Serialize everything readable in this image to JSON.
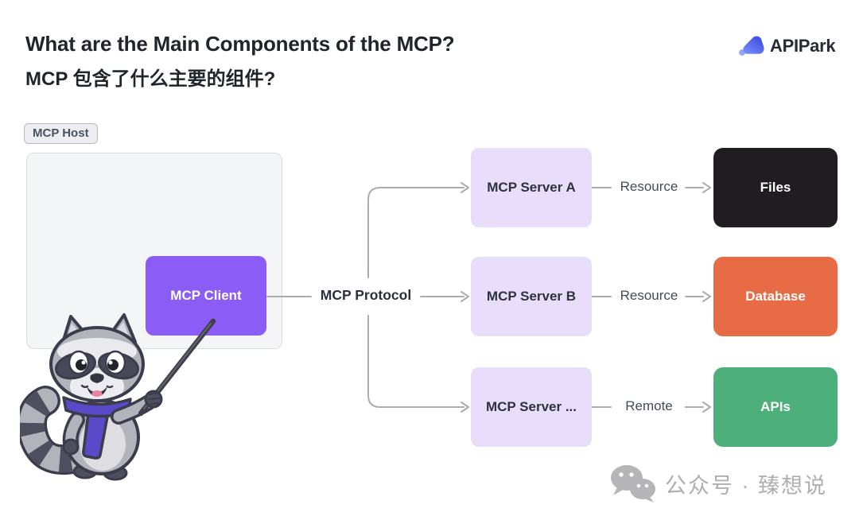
{
  "header": {
    "title_en": "What are the Main Components of the MCP?",
    "title_zh": "MCP 包含了什么主要的组件?",
    "logo_text": "APIPark"
  },
  "diagram": {
    "host_label": "MCP Host",
    "client_label": "MCP Client",
    "protocol_label": "MCP Protocol",
    "rows": [
      {
        "server": "MCP Server A",
        "connection": "Resource",
        "endpoint": "Files",
        "endpoint_color": "#201D20"
      },
      {
        "server": "MCP Server B",
        "connection": "Resource",
        "endpoint": "Database",
        "endpoint_color": "#E76C45"
      },
      {
        "server": "MCP Server ...",
        "connection": "Remote",
        "endpoint": "APIs",
        "endpoint_color": "#4DAF7A"
      }
    ],
    "colors": {
      "client_purple": "#8B5CF6",
      "server_lavender": "#E8DDFA",
      "connector_gray": "#A9ACB2",
      "scarf_purple": "#5A49C8",
      "logo_blue": "#4050E2"
    },
    "icons": {
      "logo": "apipark-logo-icon",
      "mascot": "raccoon-mascot",
      "watermark": "wechat-icon"
    }
  },
  "footer": {
    "watermark": "公众号 · 臻想说"
  }
}
